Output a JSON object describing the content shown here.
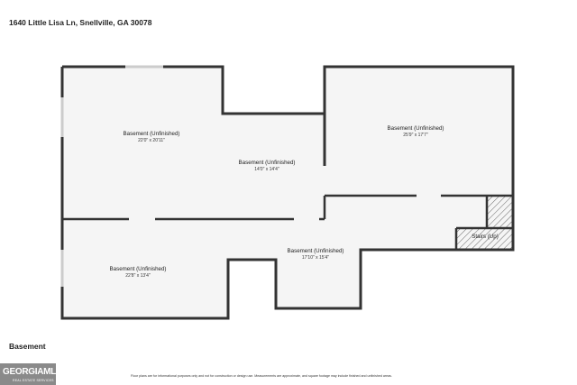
{
  "address": "1640 Little Lisa Ln, Snellville, GA 30078",
  "floor_label": "Basement",
  "disclaimer": "Floor plans are for informational purposes only and not for construction or design use. Measurements are approximate, and square footage may include finished and unfinished areas.",
  "logo": {
    "main": "GEORGIAMLS",
    "sub": "REAL ESTATE SERVICES"
  },
  "rooms": [
    {
      "name": "Basement (Unfinished)",
      "dims": "22'0\" x 20'11\""
    },
    {
      "name": "Basement (Unfinished)",
      "dims": "14'0\" x 14'4\""
    },
    {
      "name": "Basement (Unfinished)",
      "dims": "25'9\" x 17'7\""
    },
    {
      "name": "Basement (Unfinished)",
      "dims": "17'10\" x 15'4\""
    },
    {
      "name": "Basement (Unfinished)",
      "dims": "22'8\" x 13'4\""
    },
    {
      "name": "Stairs (Up)"
    }
  ],
  "colors": {
    "wall": "#333333",
    "floor": "#f5f5f5",
    "window": "#cccccc",
    "hatch": "#666666"
  }
}
